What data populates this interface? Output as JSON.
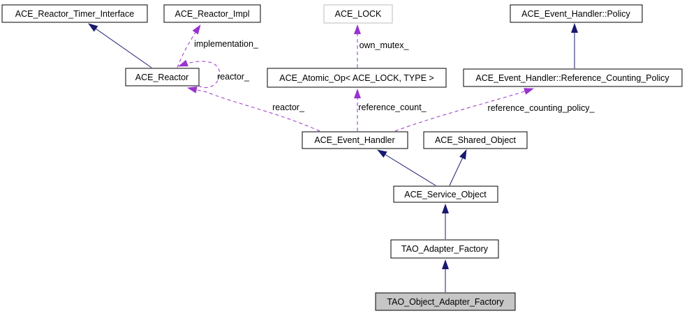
{
  "diagram": {
    "type": "class-collaboration-diagram",
    "focus_class": "TAO_Object_Adapter_Factory"
  },
  "nodes": {
    "ace_reactor_timer_interface": {
      "label": "ACE_Reactor_Timer_Interface"
    },
    "ace_reactor_impl": {
      "label": "ACE_Reactor_Impl"
    },
    "ace_lock": {
      "label": "ACE_LOCK"
    },
    "ace_event_handler_policy": {
      "label": "ACE_Event_Handler::Policy"
    },
    "ace_reactor": {
      "label": "ACE_Reactor"
    },
    "ace_atomic_op": {
      "label": "ACE_Atomic_Op< ACE_LOCK, TYPE >"
    },
    "ace_reference_counting_policy": {
      "label": "ACE_Event_Handler::Reference_Counting_Policy"
    },
    "ace_event_handler": {
      "label": "ACE_Event_Handler"
    },
    "ace_shared_object": {
      "label": "ACE_Shared_Object"
    },
    "ace_service_object": {
      "label": "ACE_Service_Object"
    },
    "tao_adapter_factory": {
      "label": "TAO_Adapter_Factory"
    },
    "tao_object_adapter_factory": {
      "label": "TAO_Object_Adapter_Factory"
    }
  },
  "edge_labels": {
    "implementation": "implementation_",
    "reactor_self": "reactor_",
    "own_mutex": "own_mutex_",
    "reactor": "reactor_",
    "reference_count": "reference_count_",
    "reference_counting_policy": "reference_counting_policy_"
  },
  "colors": {
    "background": "#ffffff",
    "inheritance_edge": "#191970",
    "usage_edge": "#9a32cd",
    "node_border": "#000000",
    "node_fill": "#ffffff",
    "focus_node_fill": "#c6c6c6",
    "external_node_border": "#bebebe",
    "text": "#000000"
  }
}
